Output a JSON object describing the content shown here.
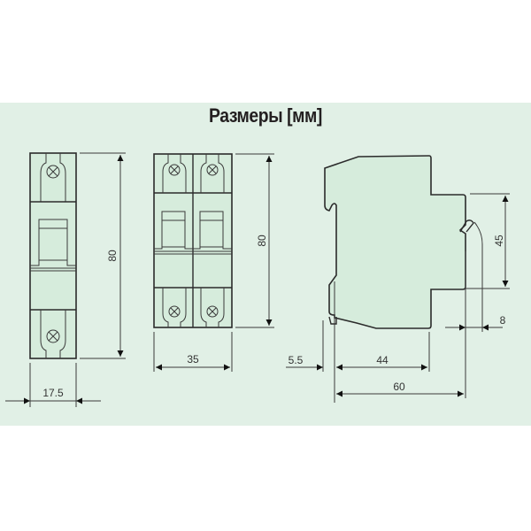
{
  "title": "Размеры [мм]",
  "colors": {
    "band": "#e1f0e6",
    "body": "#d6ecdc",
    "stroke": "#2b2b2b",
    "background": "#ffffff"
  },
  "views": {
    "single_pole": {
      "height": "80",
      "width": "17.5"
    },
    "double_pole": {
      "height": "80",
      "width": "35"
    },
    "side": {
      "depth_front": "45",
      "toggle": "8",
      "rail_offset": "5.5",
      "body_depth": "44",
      "total_depth": "60"
    }
  }
}
